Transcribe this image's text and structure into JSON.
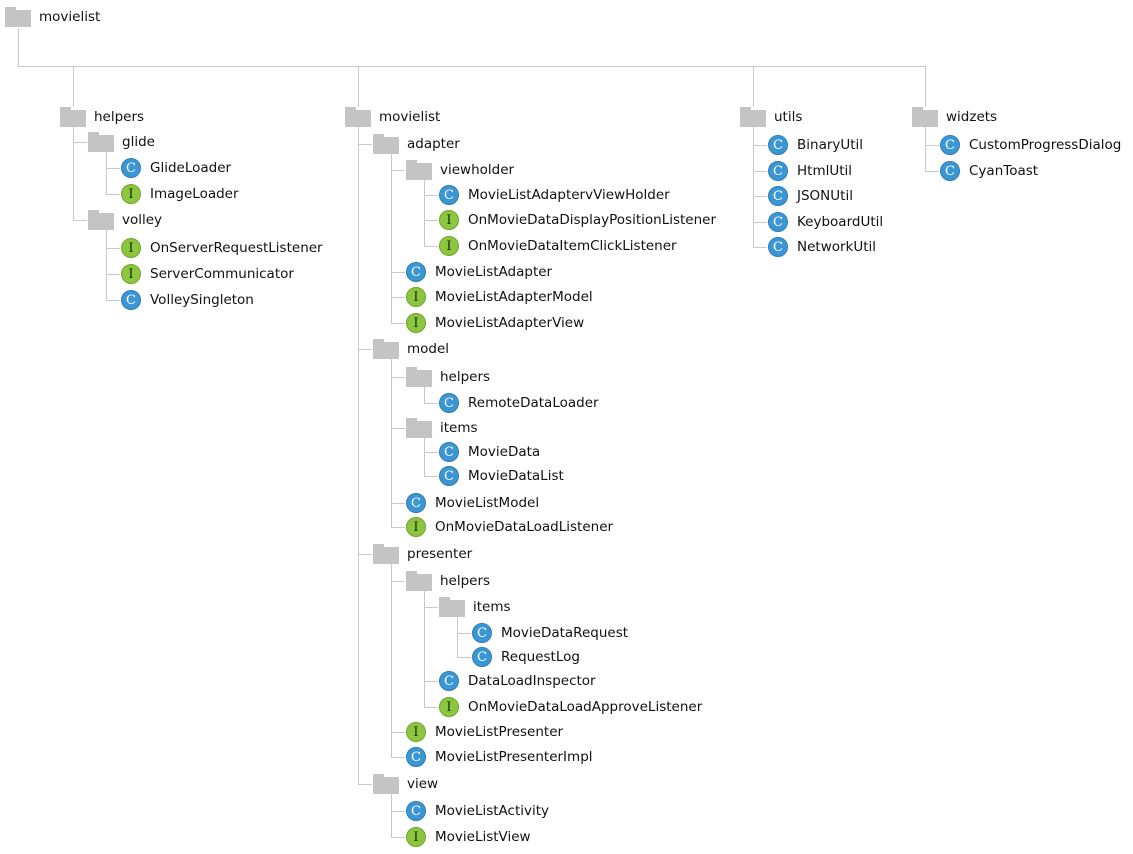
{
  "colors": {
    "class_badge": "#3b97d4",
    "interface_badge": "#8cc63f",
    "folder": "#c4c4c4",
    "connector": "#c8c8c8"
  },
  "legend": {
    "class_letter": "C",
    "interface_letter": "I"
  },
  "tree": {
    "label": "movielist",
    "kind": "folder",
    "children": [
      {
        "label": "helpers",
        "kind": "folder",
        "children": [
          {
            "label": "glide",
            "kind": "folder",
            "children": [
              {
                "label": "GlideLoader",
                "kind": "class"
              },
              {
                "label": "ImageLoader",
                "kind": "interface"
              }
            ]
          },
          {
            "label": "volley",
            "kind": "folder",
            "children": [
              {
                "label": "OnServerRequestListener",
                "kind": "interface"
              },
              {
                "label": "ServerCommunicator",
                "kind": "interface"
              },
              {
                "label": "VolleySingleton",
                "kind": "class"
              }
            ]
          }
        ]
      },
      {
        "label": "movielist",
        "kind": "folder",
        "children": [
          {
            "label": "adapter",
            "kind": "folder",
            "children": [
              {
                "label": "viewholder",
                "kind": "folder",
                "children": [
                  {
                    "label": "MovieListAdaptervViewHolder",
                    "kind": "class"
                  },
                  {
                    "label": "OnMovieDataDisplayPositionListener",
                    "kind": "interface"
                  },
                  {
                    "label": "OnMovieDataItemClickListener",
                    "kind": "interface"
                  }
                ]
              },
              {
                "label": "MovieListAdapter",
                "kind": "class"
              },
              {
                "label": "MovieListAdapterModel",
                "kind": "interface"
              },
              {
                "label": "MovieListAdapterView",
                "kind": "interface"
              }
            ]
          },
          {
            "label": "model",
            "kind": "folder",
            "children": [
              {
                "label": "helpers",
                "kind": "folder",
                "children": [
                  {
                    "label": "RemoteDataLoader",
                    "kind": "class"
                  }
                ]
              },
              {
                "label": "items",
                "kind": "folder",
                "children": [
                  {
                    "label": "MovieData",
                    "kind": "class"
                  },
                  {
                    "label": "MovieDataList",
                    "kind": "class"
                  }
                ]
              },
              {
                "label": "MovieListModel",
                "kind": "class"
              },
              {
                "label": "OnMovieDataLoadListener",
                "kind": "interface"
              }
            ]
          },
          {
            "label": "presenter",
            "kind": "folder",
            "children": [
              {
                "label": "helpers",
                "kind": "folder",
                "children": [
                  {
                    "label": "items",
                    "kind": "folder",
                    "children": [
                      {
                        "label": "MovieDataRequest",
                        "kind": "class"
                      },
                      {
                        "label": "RequestLog",
                        "kind": "class"
                      }
                    ]
                  },
                  {
                    "label": "DataLoadInspector",
                    "kind": "class"
                  },
                  {
                    "label": "OnMovieDataLoadApproveListener",
                    "kind": "interface"
                  }
                ]
              },
              {
                "label": "MovieListPresenter",
                "kind": "interface"
              },
              {
                "label": "MovieListPresenterImpl",
                "kind": "class"
              }
            ]
          },
          {
            "label": "view",
            "kind": "folder",
            "children": [
              {
                "label": "MovieListActivity",
                "kind": "class"
              },
              {
                "label": "MovieListView",
                "kind": "interface"
              }
            ]
          }
        ]
      },
      {
        "label": "utils",
        "kind": "folder",
        "children": [
          {
            "label": "BinaryUtil",
            "kind": "class"
          },
          {
            "label": "HtmlUtil",
            "kind": "class"
          },
          {
            "label": "JSONUtil",
            "kind": "class"
          },
          {
            "label": "KeyboardUtil",
            "kind": "class"
          },
          {
            "label": "NetworkUtil",
            "kind": "class"
          }
        ]
      },
      {
        "label": "widzets",
        "kind": "folder",
        "children": [
          {
            "label": "CustomProgressDialog",
            "kind": "class"
          },
          {
            "label": "CyanToast",
            "kind": "class"
          }
        ]
      }
    ]
  }
}
